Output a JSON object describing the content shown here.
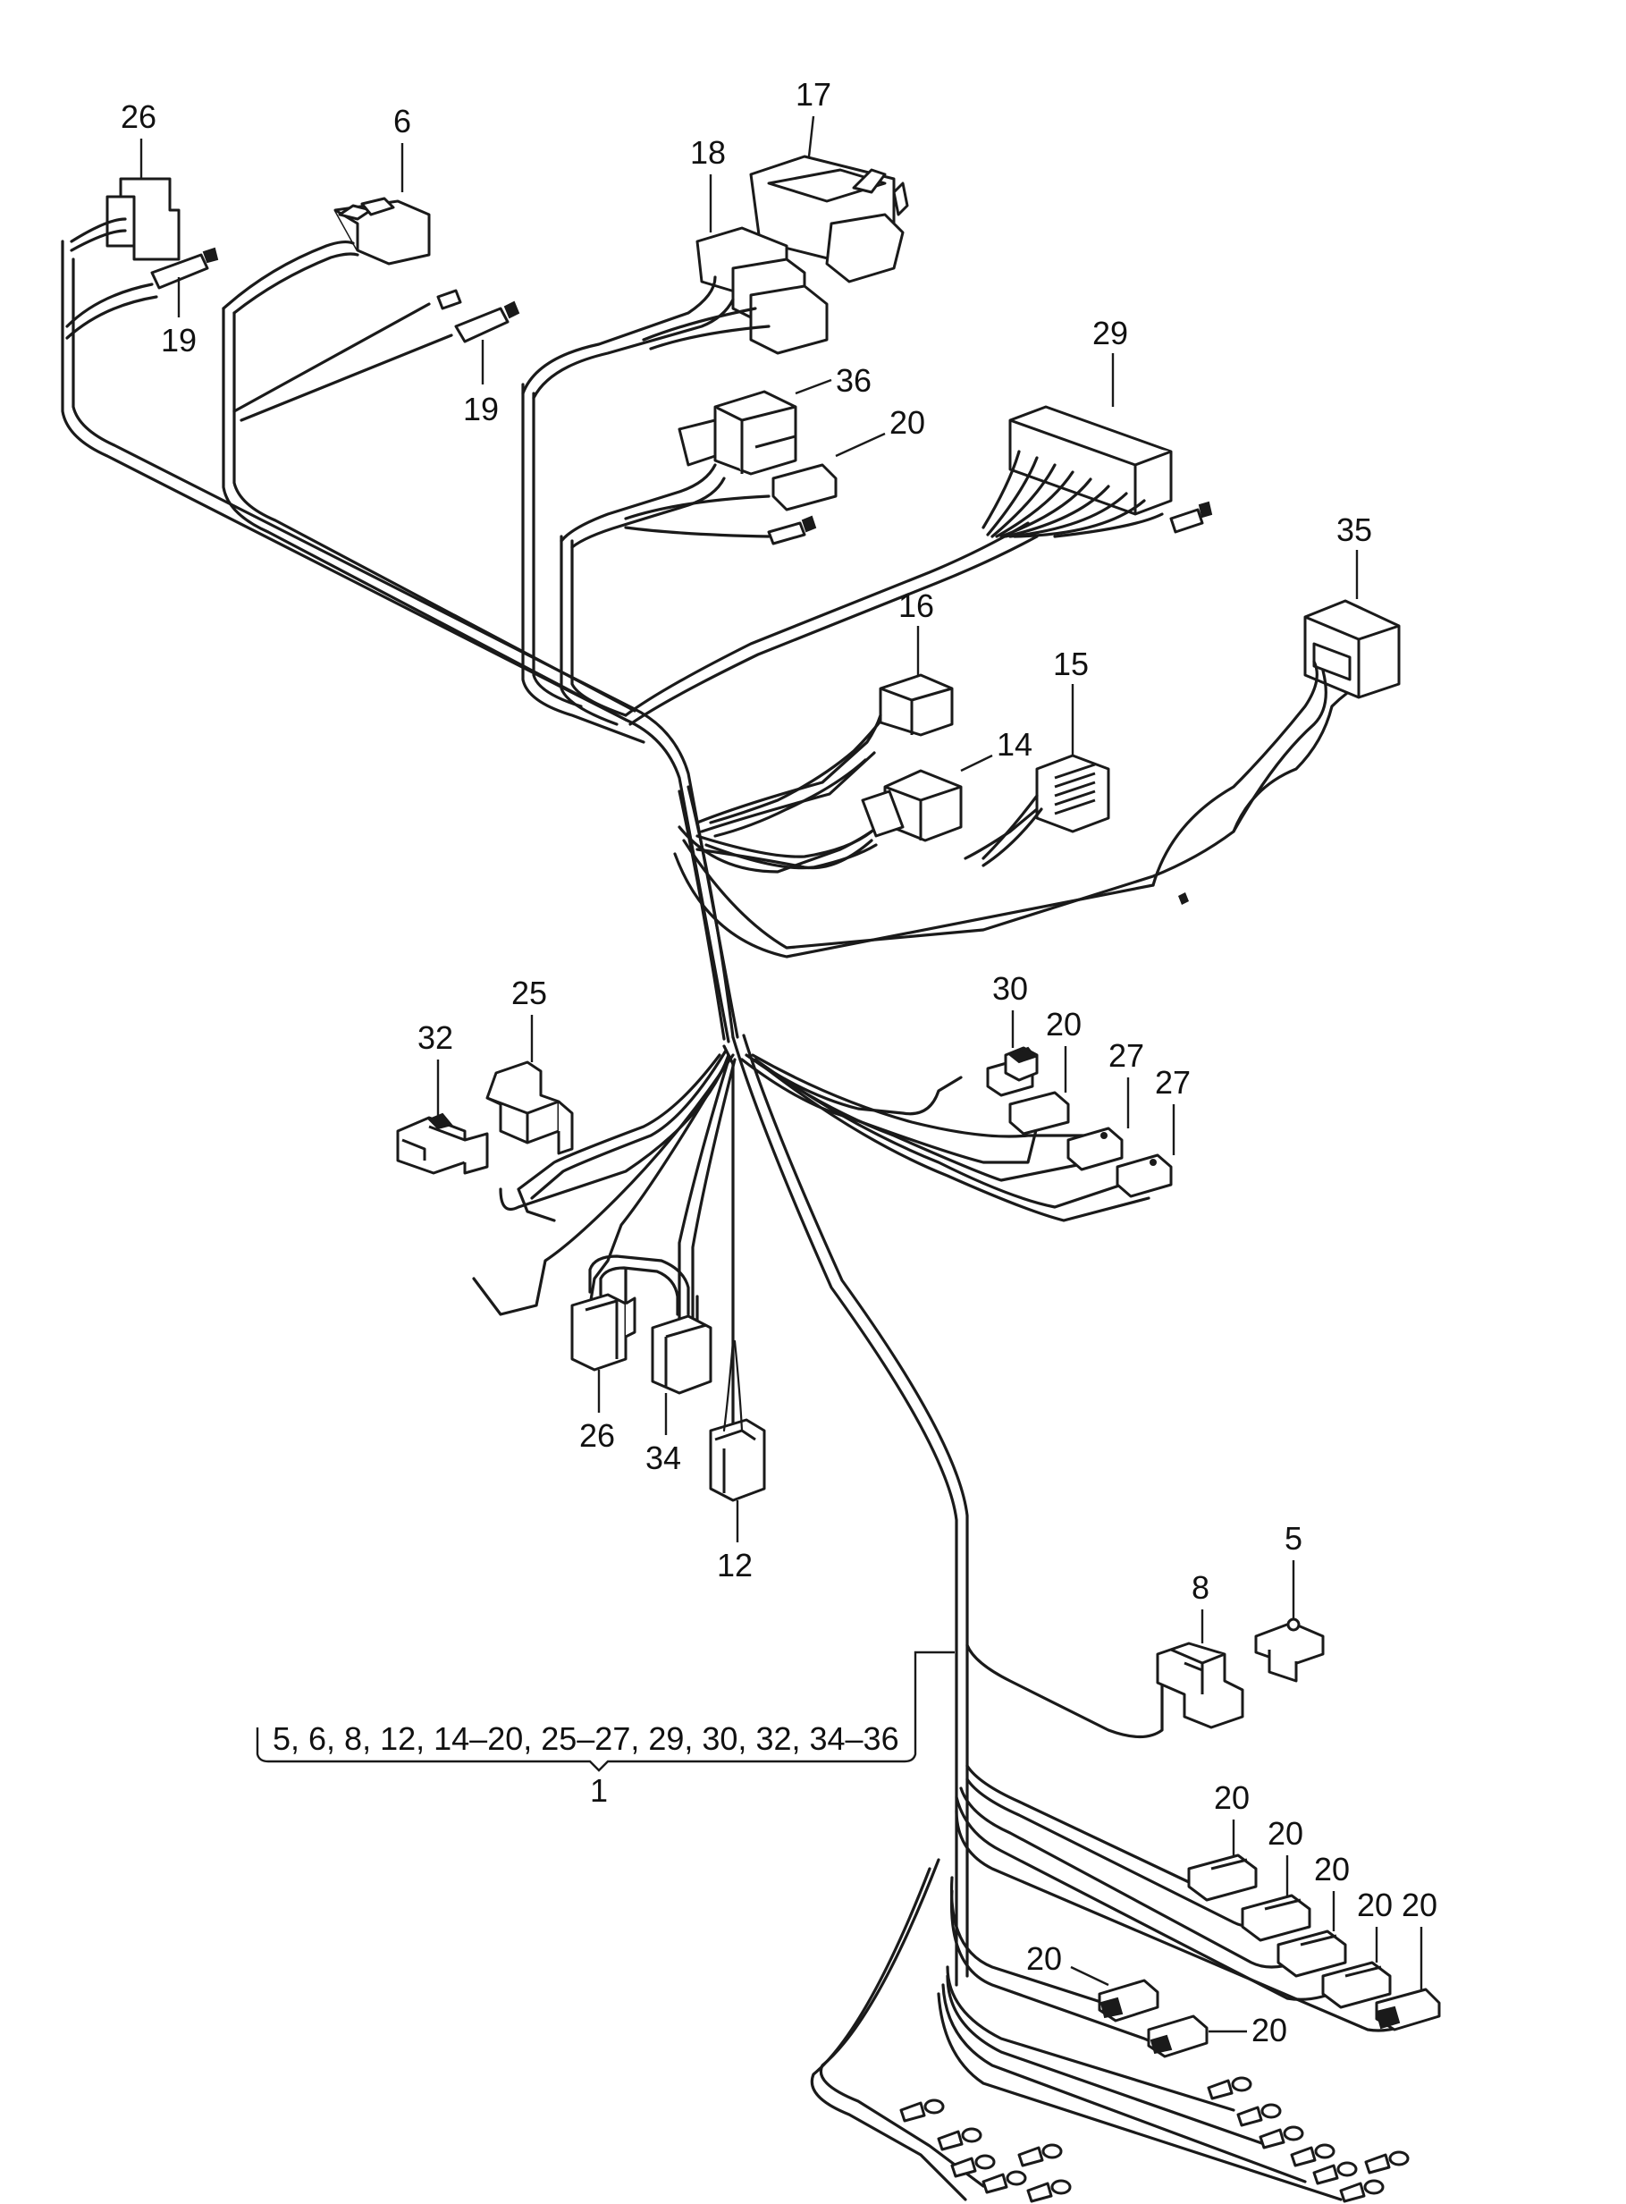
{
  "colors": {
    "ink": "#1a1a1a",
    "paper": "#ffffff"
  },
  "callouts": {
    "c26a": "26",
    "c6": "6",
    "c17": "17",
    "c18": "18",
    "c19a": "19",
    "c19b": "19",
    "c36": "36",
    "c20a": "20",
    "c29": "29",
    "c35": "35",
    "c16": "16",
    "c15": "15",
    "c14": "14",
    "c25": "25",
    "c32": "32",
    "c30": "30",
    "c20b": "20",
    "c27a": "27",
    "c27b": "27",
    "c26b": "26",
    "c34": "34",
    "c12": "12",
    "c8": "8",
    "c5": "5",
    "c20c": "20",
    "c20d": "20",
    "c20e": "20",
    "c20f": "20",
    "c20g": "20",
    "c20h": "20",
    "c20i": "20"
  },
  "legend": {
    "included_items": "5, 6, 8, 12, 14–20, 25–27, 29, 30, 32, 34–36",
    "assembly_number": "1"
  }
}
